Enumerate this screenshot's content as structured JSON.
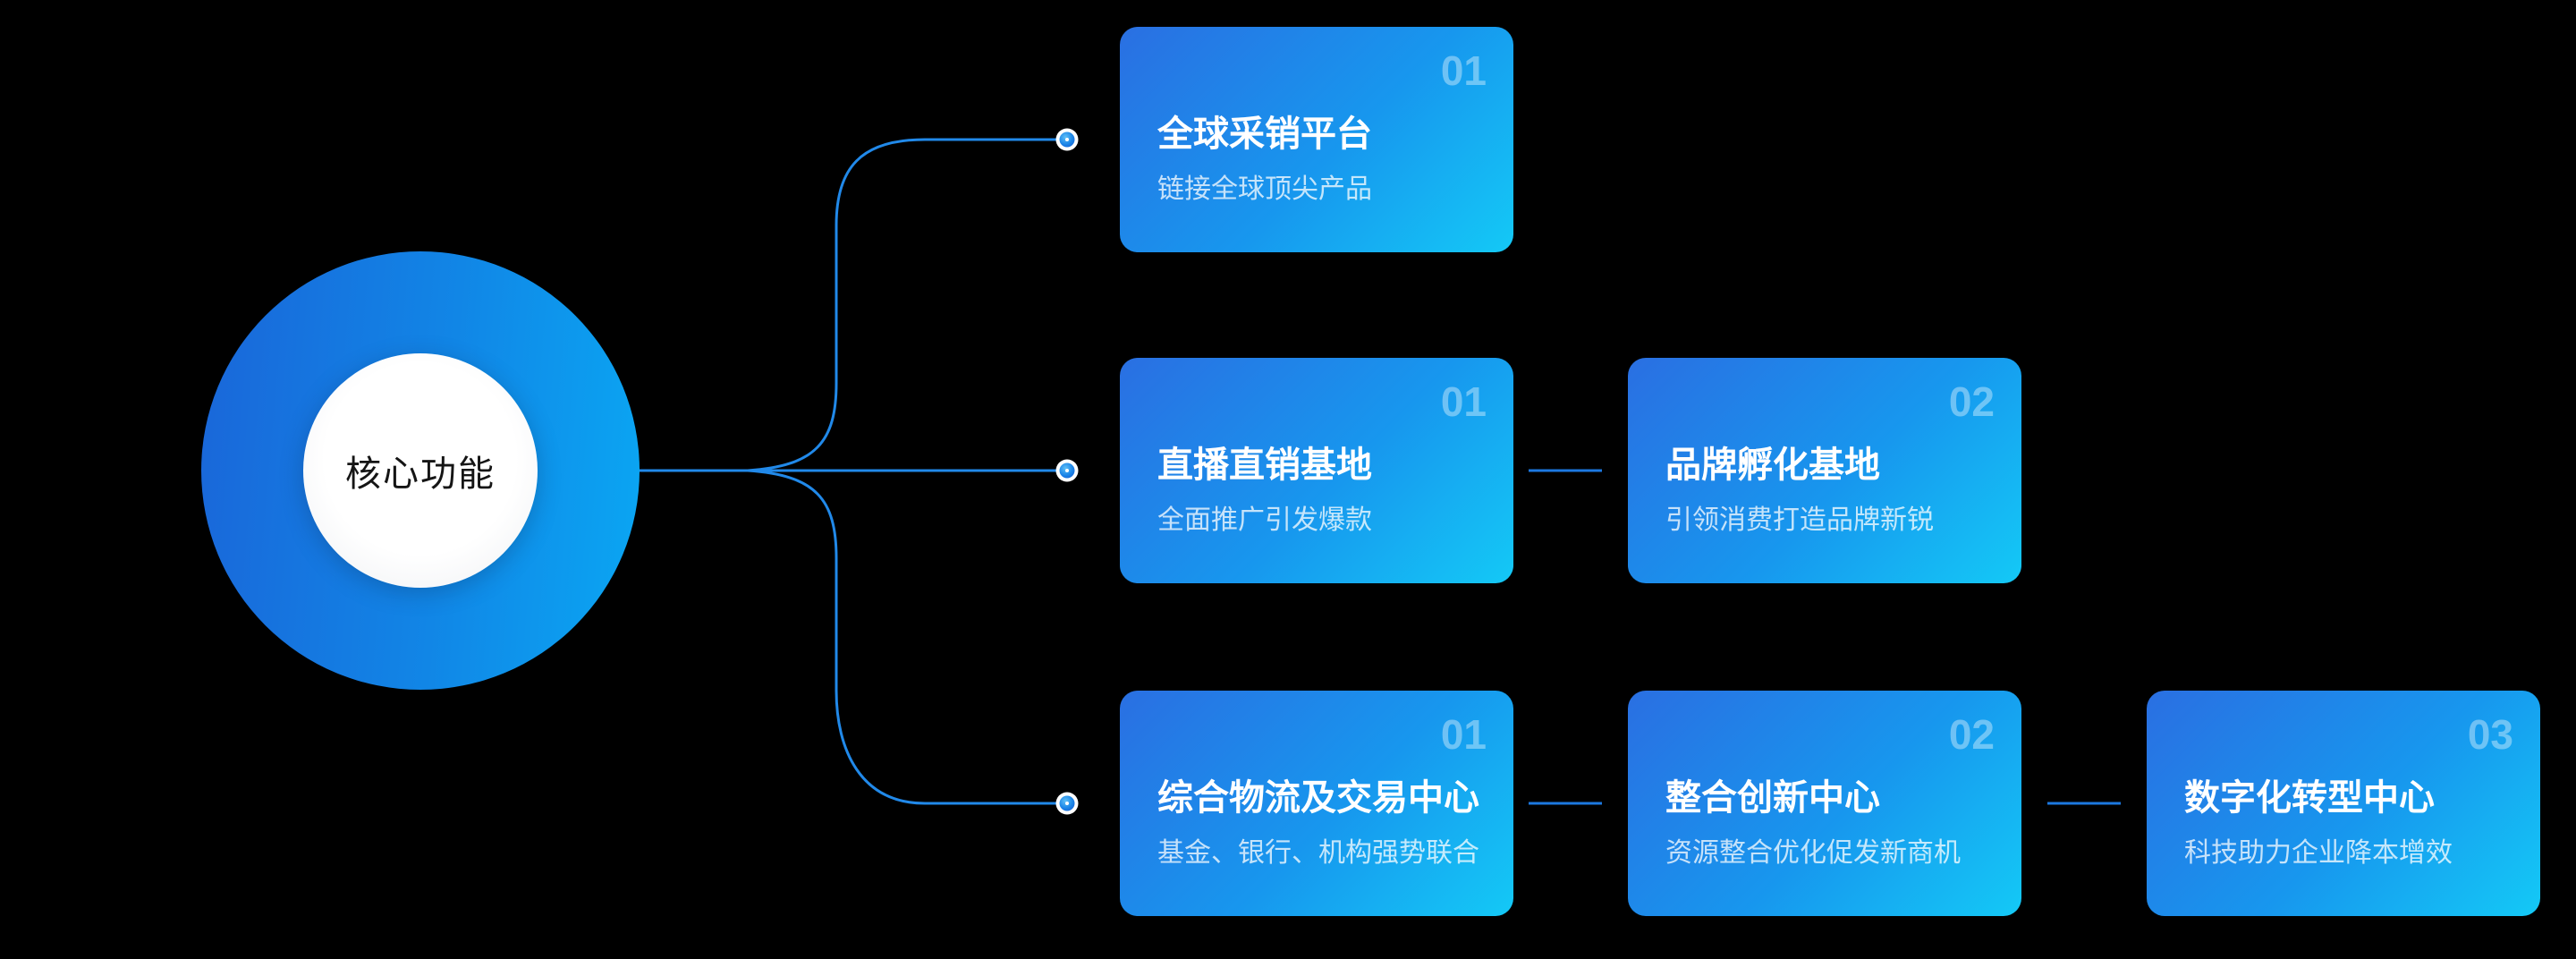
{
  "center": {
    "label": "核心功能"
  },
  "rows": [
    {
      "cards": [
        {
          "number": "01",
          "title": "全球采销平台",
          "subtitle": "链接全球顶尖产品"
        }
      ]
    },
    {
      "cards": [
        {
          "number": "01",
          "title": "直播直销基地",
          "subtitle": "全面推广引发爆款"
        },
        {
          "number": "02",
          "title": "品牌孵化基地",
          "subtitle": "引领消费打造品牌新锐"
        }
      ]
    },
    {
      "cards": [
        {
          "number": "01",
          "title": "综合物流及交易中心",
          "subtitle": "基金、银行、机构强势联合"
        },
        {
          "number": "02",
          "title": "整合创新中心",
          "subtitle": "资源整合优化促发新商机"
        },
        {
          "number": "03",
          "title": "数字化转型中心",
          "subtitle": "科技助力企业降本增效"
        }
      ]
    }
  ],
  "colors": {
    "background": "#000000",
    "card_gradient_start": "#2a6fe2",
    "card_gradient_end": "#14c9f6",
    "circle_gradient_start": "#1a66d9",
    "circle_gradient_end": "#0aa7f3",
    "line": "#2189e9",
    "card_link_line": "#1c78e0",
    "title_text": "#ffffff",
    "center_text": "#151515"
  }
}
